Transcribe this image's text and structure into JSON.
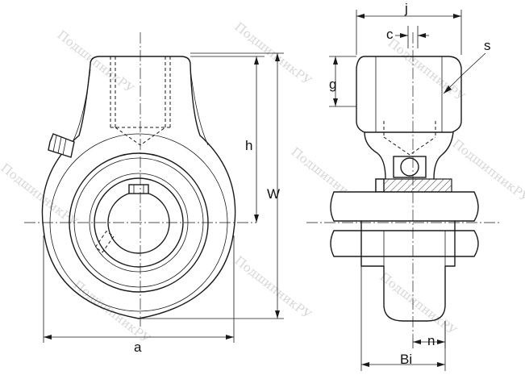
{
  "labels": {
    "a": "a",
    "h": "h",
    "W": "W",
    "j": "j",
    "c": "c",
    "g": "g",
    "s": "s",
    "n": "n",
    "Bi": "Bi"
  },
  "watermark": "ПодшипникРУ",
  "colors": {
    "line": "#1a1a1a",
    "background": "#ffffff",
    "watermark": "#d8d8d8"
  }
}
